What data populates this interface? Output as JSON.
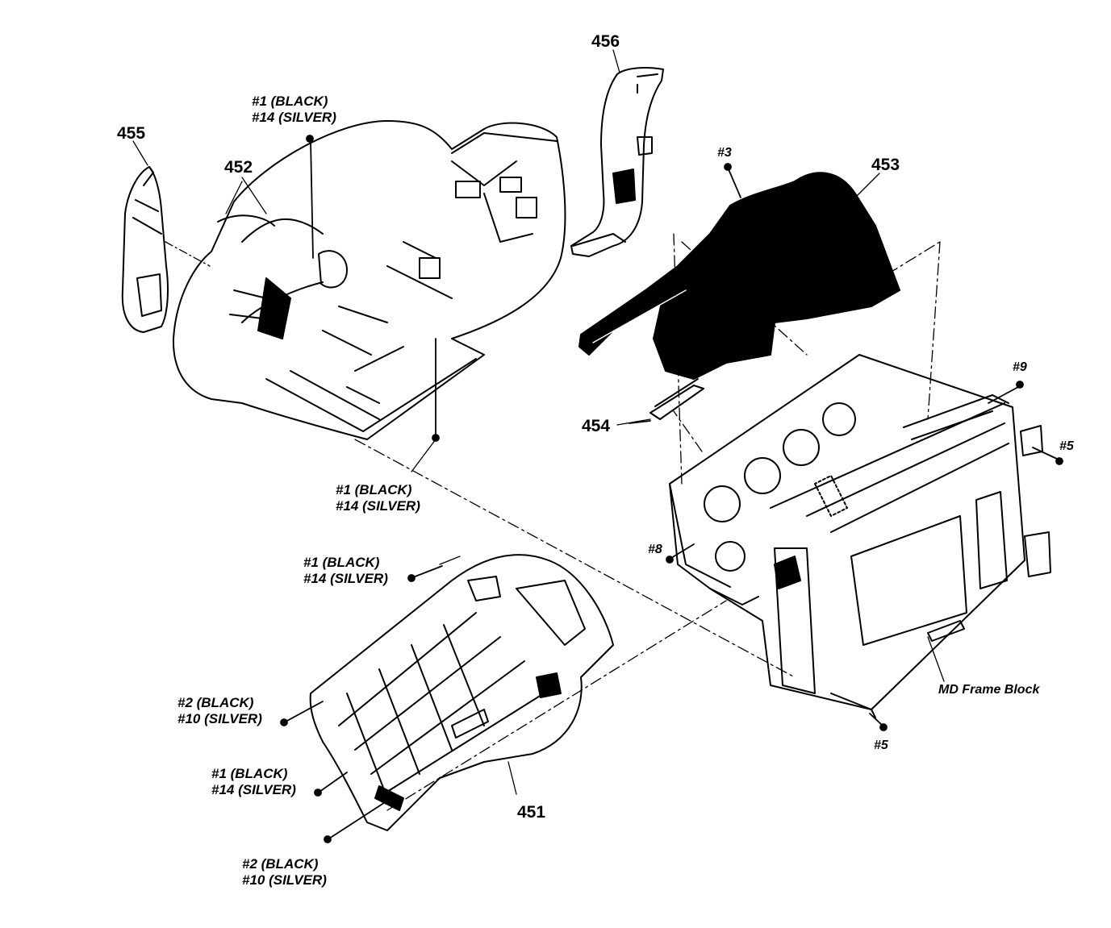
{
  "parts": {
    "p451": "451",
    "p452": "452",
    "p453": "453",
    "p454": "454",
    "p455": "455",
    "p456": "456"
  },
  "screws": {
    "s3": "#3",
    "s5a": "#5",
    "s5b": "#5",
    "s8": "#8",
    "s9": "#9"
  },
  "callouts": {
    "top": {
      "l1": "#1 (BLACK)",
      "l2": "#14 (SILVER)"
    },
    "mid": {
      "l1": "#1 (BLACK)",
      "l2": "#14 (SILVER)"
    },
    "lower": {
      "l1": "#1 (BLACK)",
      "l2": "#14 (SILVER)"
    },
    "left2a": {
      "l1": "#2 (BLACK)",
      "l2": "#10 (SILVER)"
    },
    "left1": {
      "l1": "#1 (BLACK)",
      "l2": "#14 (SILVER)"
    },
    "bottom2": {
      "l1": "#2 (BLACK)",
      "l2": "#10 (SILVER)"
    }
  },
  "assembly": {
    "md_frame_block": "MD Frame Block"
  }
}
